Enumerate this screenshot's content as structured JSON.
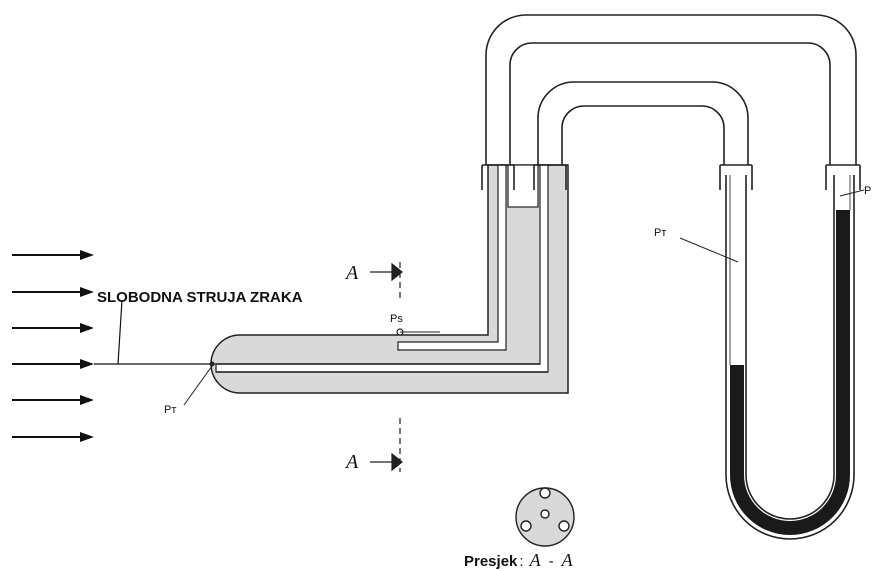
{
  "labels": {
    "stream": "SLOBODNA STRUJA ZRAKA",
    "pt_tip": "Pт",
    "ps": "Ps",
    "pt_manometer": "Pт",
    "p_edge": "P",
    "section_a_top": "A",
    "section_a_bottom": "A",
    "section_prefix": "Presjek",
    "section_colon": ":",
    "section_a1": "A",
    "section_dash": "-",
    "section_a2": "A"
  }
}
